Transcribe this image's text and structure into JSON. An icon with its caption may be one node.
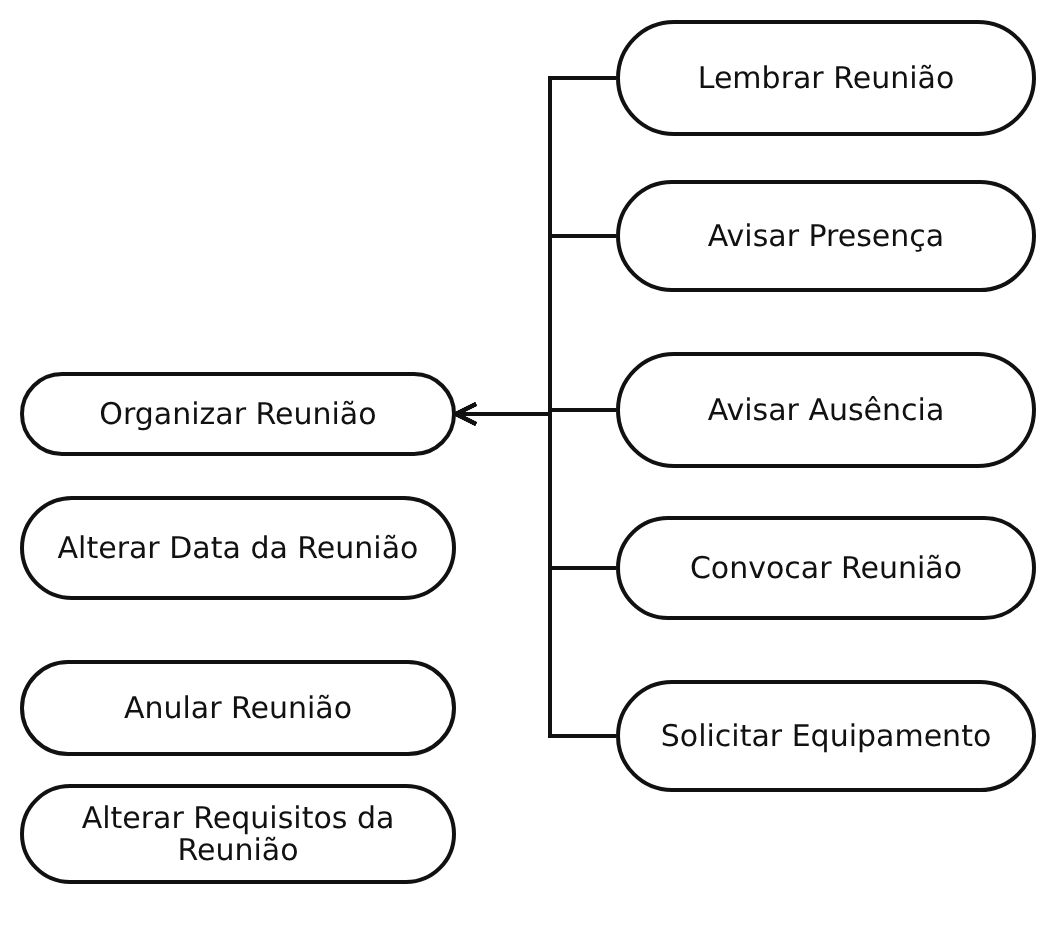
{
  "diagram": {
    "nodes": [
      {
        "text": [
          "Organizar Reunião"
        ]
      },
      {
        "text": [
          "Alterar Data da Reunião"
        ]
      },
      {
        "text": [
          "Anular Reunião"
        ]
      },
      {
        "text": [
          "Alterar Requisitos da Reunião"
        ]
      },
      {
        "text": [
          "Lembrar Reunião"
        ]
      },
      {
        "text": [
          "Avisar Presença"
        ]
      },
      {
        "text": [
          "Avisar Ausência"
        ]
      },
      {
        "text": [
          "Convocar Reunião"
        ]
      },
      {
        "text": [
          "Solicitar Equipamento"
        ]
      }
    ],
    "edges": [
      {
        "from": 4,
        "to": 0,
        "arrow": "to"
      },
      {
        "from": 5,
        "to": 0,
        "arrow": "to"
      },
      {
        "from": 6,
        "to": 0,
        "arrow": "to"
      },
      {
        "from": 7,
        "to": 0,
        "arrow": "to"
      },
      {
        "from": 8,
        "to": 0,
        "arrow": "to"
      }
    ]
  }
}
